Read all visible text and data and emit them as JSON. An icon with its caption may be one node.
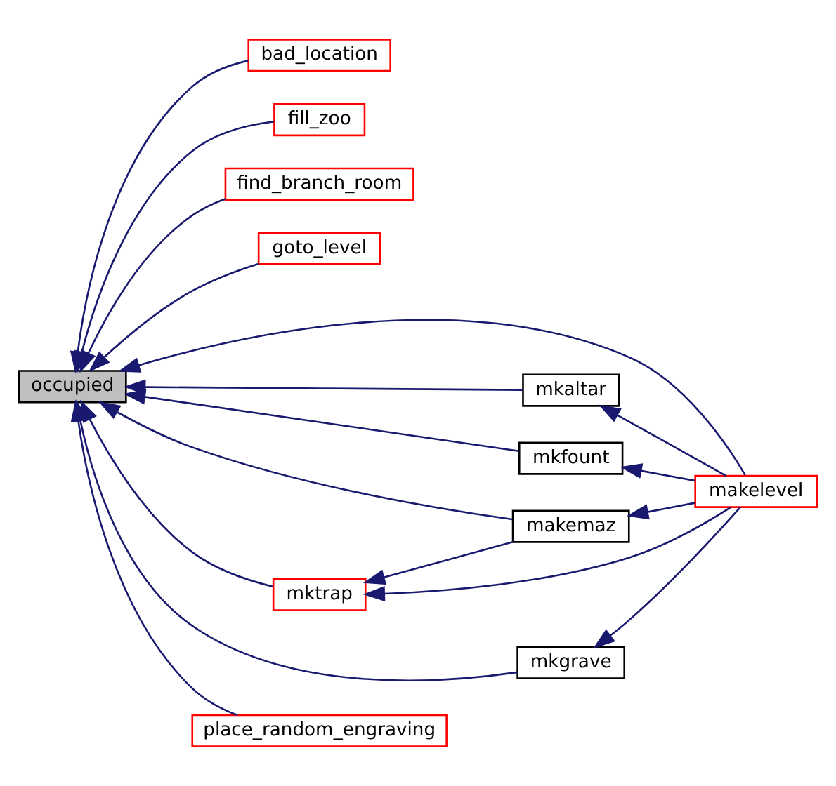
{
  "diagram": {
    "nodes": [
      {
        "text": [
          "bad_location"
        ]
      },
      {
        "text": [
          "fill_zoo"
        ]
      },
      {
        "text": [
          "find_branch_room"
        ]
      },
      {
        "text": [
          "goto_level"
        ]
      },
      {
        "text": [
          "occupied"
        ]
      },
      {
        "text": [
          "mkaltar"
        ]
      },
      {
        "text": [
          "mkfount"
        ]
      },
      {
        "text": [
          "makelevel"
        ]
      },
      {
        "text": [
          "makemaz"
        ]
      },
      {
        "text": [
          "mktrap"
        ]
      },
      {
        "text": [
          "mkgrave"
        ]
      },
      {
        "text": [
          "place_random_engraving"
        ]
      }
    ],
    "edges": [
      {
        "from": 0,
        "to": 4,
        "arrow": "to"
      },
      {
        "from": 1,
        "to": 4,
        "arrow": "to"
      },
      {
        "from": 2,
        "to": 4,
        "arrow": "to"
      },
      {
        "from": 3,
        "to": 4,
        "arrow": "to"
      },
      {
        "from": 7,
        "to": 4,
        "arrow": "to"
      },
      {
        "from": 5,
        "to": 4,
        "arrow": "to"
      },
      {
        "from": 6,
        "to": 4,
        "arrow": "to"
      },
      {
        "from": 8,
        "to": 4,
        "arrow": "to"
      },
      {
        "from": 9,
        "to": 4,
        "arrow": "to"
      },
      {
        "from": 10,
        "to": 4,
        "arrow": "to"
      },
      {
        "from": 11,
        "to": 4,
        "arrow": "to"
      },
      {
        "from": 7,
        "to": 5,
        "arrow": "to"
      },
      {
        "from": 7,
        "to": 6,
        "arrow": "to"
      },
      {
        "from": 7,
        "to": 8,
        "arrow": "to"
      },
      {
        "from": 8,
        "to": 9,
        "arrow": "to"
      },
      {
        "from": 7,
        "to": 9,
        "arrow": "to"
      },
      {
        "from": 7,
        "to": 10,
        "arrow": "to"
      }
    ]
  }
}
